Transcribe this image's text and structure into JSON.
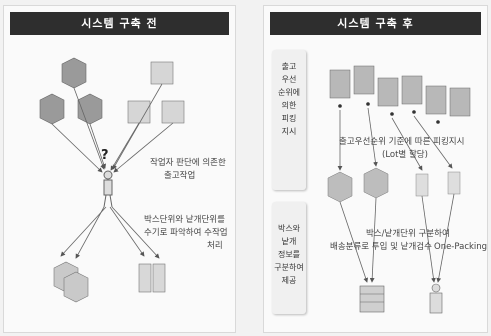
{
  "left_panel": {
    "title": "시스템 구축 전",
    "question_mark": "?",
    "note1_line1": "작업자 판단에 의존한",
    "note1_line2": "출고작업",
    "note2_line1": "박스단위와 낱개단위를",
    "note2_line2": "수기로 파악하여 수작업",
    "note2_line3": "처리"
  },
  "right_panel": {
    "title": "시스템 구축 후",
    "side_label_top": "출고\n우선\n순위에\n의한\n피킹\n지시",
    "side_label_bottom": "박스와\n낱개\n정보를\n구분하여\n제공",
    "note1_line1": "출고우선순위 기준에 따른 피킹지시",
    "note1_line2": "(Lot별 할당)",
    "note2_line1": "박스/낱개단위 구분하여",
    "note2_line2": "배송분류로 투입 및 낱개검수",
    "note2_tag": "One-Packing"
  }
}
